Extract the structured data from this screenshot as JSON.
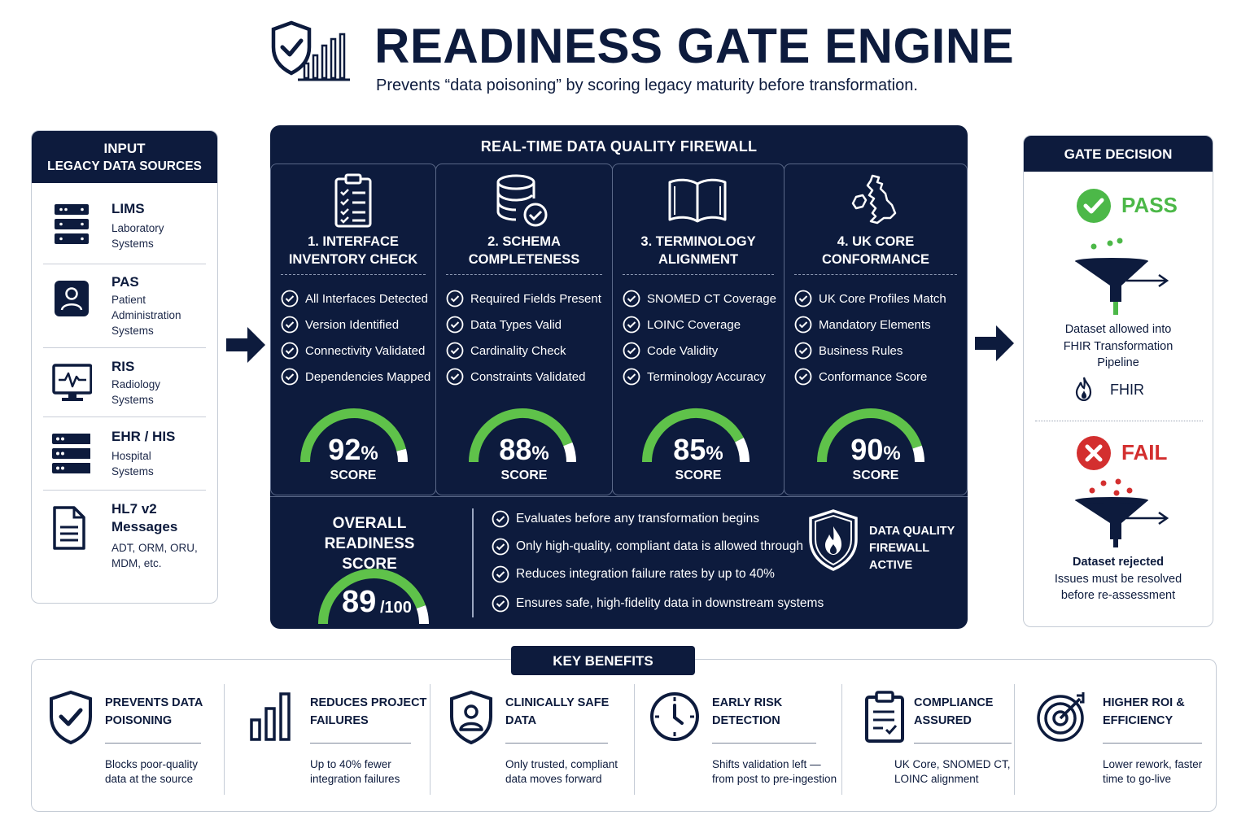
{
  "header": {
    "title": "READINESS GATE ENGINE",
    "subtitle": "Prevents “data poisoning” by scoring legacy maturity before transformation."
  },
  "input": {
    "title_line1": "INPUT",
    "title_line2": "LEGACY DATA SOURCES",
    "sources": [
      {
        "name": "LIMS",
        "lines": [
          "Laboratory",
          "Systems"
        ],
        "icon": "server-icon"
      },
      {
        "name": "PAS",
        "lines": [
          "Patient",
          "Administration",
          "Systems"
        ],
        "icon": "person-icon"
      },
      {
        "name": "RIS",
        "lines": [
          "Radiology",
          "Systems"
        ],
        "icon": "monitor-icon"
      },
      {
        "name": "EHR / HIS",
        "lines": [
          "Hospital",
          "Systems"
        ],
        "icon": "server-icon"
      },
      {
        "name_line1": "HL7 v2",
        "name_line2": "Messages",
        "lines": [
          "ADT, ORM, ORU,",
          "MDM, etc."
        ],
        "icon": "document-icon"
      }
    ]
  },
  "firewall": {
    "title": "REAL-TIME DATA QUALITY FIREWALL",
    "checks": [
      {
        "title_line1": "1. INTERFACE",
        "title_line2": "INVENTORY CHECK",
        "icon": "clipboard-checklist-icon",
        "items": [
          "All Interfaces Detected",
          "Version Identified",
          "Connectivity Validated",
          "Dependencies Mapped"
        ],
        "score": 92,
        "score_text": "92",
        "score_unit": "%",
        "score_label": "SCORE"
      },
      {
        "title_line1": "2. SCHEMA",
        "title_line2": "COMPLETENESS",
        "icon": "database-check-icon",
        "items": [
          "Required Fields Present",
          "Data Types Valid",
          "Cardinality Check",
          "Constraints Validated"
        ],
        "score": 88,
        "score_text": "88",
        "score_unit": "%",
        "score_label": "SCORE"
      },
      {
        "title_line1": "3. TERMINOLOGY",
        "title_line2": "ALIGNMENT",
        "icon": "book-icon",
        "items": [
          "SNOMED CT Coverage",
          "LOINC Coverage",
          "Code Validity",
          "Terminology Accuracy"
        ],
        "score": 85,
        "score_text": "85",
        "score_unit": "%",
        "score_label": "SCORE"
      },
      {
        "title_line1": "4. UK CORE",
        "title_line2": "CONFORMANCE",
        "icon": "uk-map-icon",
        "items": [
          "UK Core Profiles Match",
          "Mandatory Elements",
          "Business Rules",
          "Conformance Score"
        ],
        "score": 90,
        "score_text": "90",
        "score_unit": "%",
        "score_label": "SCORE"
      }
    ],
    "overall": {
      "title_line1": "OVERALL READINESS",
      "title_line2": "SCORE",
      "score": 89,
      "score_text": "89",
      "max_text": "/100",
      "points": [
        "Evaluates before any transformation begins",
        "Only high-quality, compliant data is allowed through",
        "Reduces integration failure rates by up to 40%",
        "Ensures safe, high-fidelity data in downstream systems"
      ],
      "active_line1": "DATA QUALITY",
      "active_line2": "FIREWALL",
      "active_line3": "ACTIVE"
    }
  },
  "gate": {
    "title": "GATE DECISION",
    "pass": {
      "label": "PASS",
      "text_line1": "Dataset allowed into",
      "text_line2": "FHIR Transformation",
      "text_line3": "Pipeline",
      "fhir_label": "FHIR"
    },
    "fail": {
      "label": "FAIL",
      "text_line1": "Dataset rejected",
      "text_line2": "Issues must be resolved",
      "text_line3": "before re-assessment"
    }
  },
  "benefits": {
    "tag": "KEY BENEFITS",
    "items": [
      {
        "title_line1": "PREVENTS DATA",
        "title_line2": "POISONING",
        "desc_line1": "Blocks poor-quality",
        "desc_line2": "data at the source",
        "icon": "shield-check-icon"
      },
      {
        "title_line1": "REDUCES PROJECT",
        "title_line2": "FAILURES",
        "desc_line1": "Up to 40% fewer",
        "desc_line2": "integration failures",
        "icon": "bar-chart-icon"
      },
      {
        "title_line1": "CLINICALLY SAFE",
        "title_line2": "DATA",
        "desc_line1": "Only trusted, compliant",
        "desc_line2": "data moves forward",
        "icon": "shield-person-icon"
      },
      {
        "title_line1": "EARLY RISK",
        "title_line2": "DETECTION",
        "desc_line1": "Shifts validation left —",
        "desc_line2": "from post to pre-ingestion",
        "icon": "clock-icon"
      },
      {
        "title_line1": "COMPLIANCE",
        "title_line2": "ASSURED",
        "desc_line1": "UK Core, SNOMED CT,",
        "desc_line2": "LOINC alignment",
        "icon": "clipboard-icon"
      },
      {
        "title_line1": "HIGHER ROI &",
        "title_line2": "EFFICIENCY",
        "desc_line1": "Lower rework, faster",
        "desc_line2": "time to go-live",
        "icon": "target-icon"
      }
    ]
  },
  "colors": {
    "navy": "#0d1b3d",
    "pass_green": "#4cb848",
    "fail_red": "#d32f2f",
    "gauge_green": "#5fc24a",
    "gauge_track": "#ffffff"
  }
}
